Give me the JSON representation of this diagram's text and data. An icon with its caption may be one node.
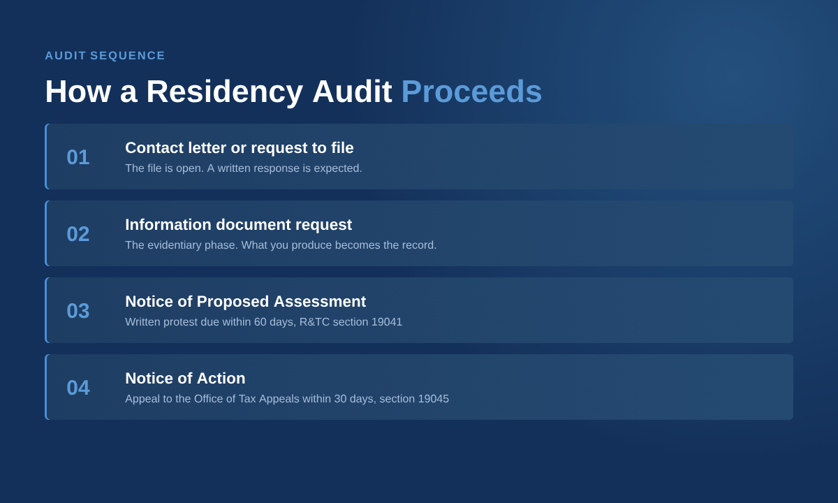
{
  "diagram": {
    "title": "How a Residency Audit Proceeds",
    "nodes": [
      {
        "text": [
          "01",
          "Contact letter or request to file",
          "The file is open. A written response is expected."
        ]
      },
      {
        "text": [
          "02",
          "Information document request",
          "The evidentiary phase. What you produce becomes the record."
        ]
      },
      {
        "text": [
          "03",
          "Notice of Proposed Assessment",
          "Written protest due within 60 days, R&TC section 19041"
        ]
      },
      {
        "text": [
          "04",
          "Notice of Action",
          "Appeal to the Office of Tax Appeals within 30 days, section 19045"
        ]
      }
    ],
    "labels": [
      "AUDIT SEQUENCE"
    ]
  }
}
